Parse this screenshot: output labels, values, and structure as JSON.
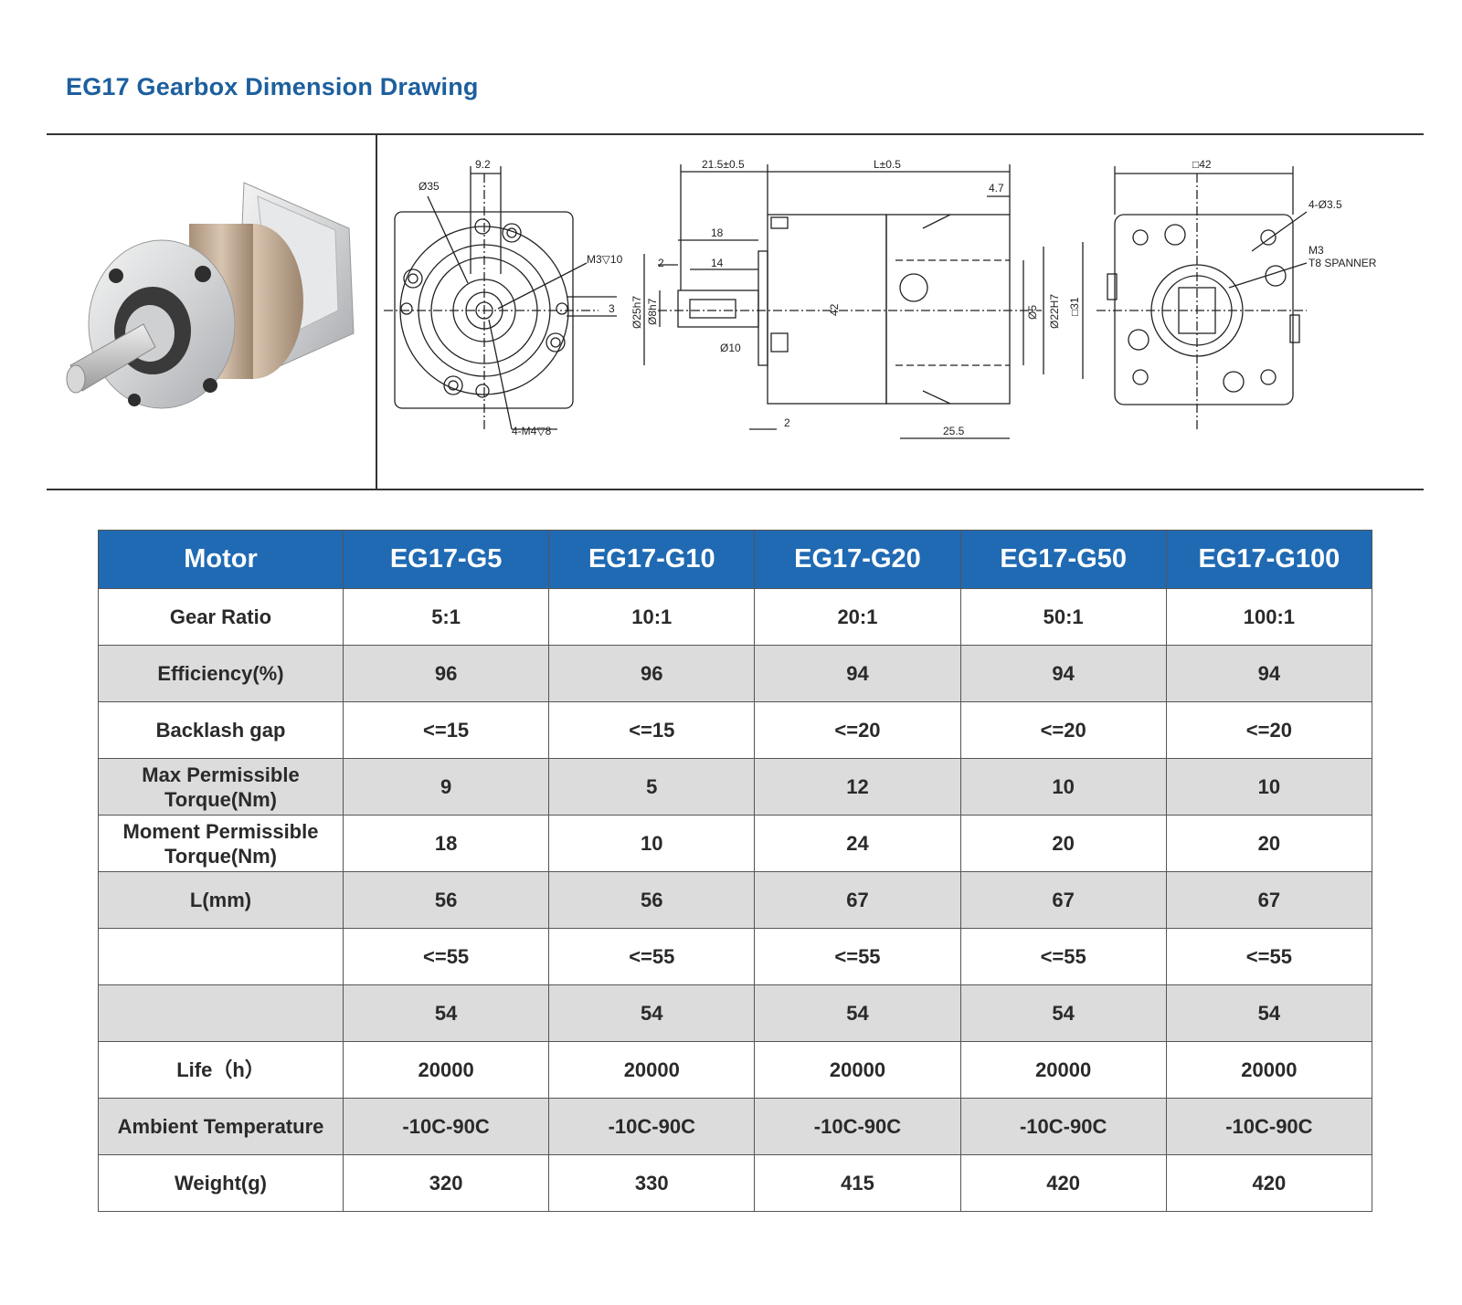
{
  "page": {
    "title": "EG17 Gearbox Dimension Drawing"
  },
  "drawing": {
    "front_view": {
      "d35": "Ø35",
      "w9_2": "9.2",
      "m3": "M3▽10",
      "dim3": "3",
      "holes": "4-M4▽8"
    },
    "side_view": {
      "d21_5": "21.5±0.5",
      "l": "L±0.5",
      "d4_7": "4.7",
      "d18": "18",
      "d2a": "2",
      "d14": "14",
      "d25": "Ø25h7",
      "d8": "Ø8h7",
      "d10": "Ø10",
      "d42": "42",
      "d5": "Ø5",
      "d22": "Ø22H7",
      "d2b": "2",
      "d25_5": "25.5"
    },
    "rear_view": {
      "sq42": "□42",
      "holes": "4-Ø3.5",
      "m3": "M3",
      "spanner": "T8 SPANNER",
      "sq31": "□31"
    }
  },
  "table": {
    "headers": [
      "Motor",
      "EG17-G5",
      "EG17-G10",
      "EG17-G20",
      "EG17-G50",
      "EG17-G100"
    ],
    "rows": [
      [
        "Gear Ratio",
        "5:1",
        "10:1",
        "20:1",
        "50:1",
        "100:1"
      ],
      [
        "Efficiency(%)",
        "96",
        "96",
        "94",
        "94",
        "94"
      ],
      [
        "Backlash gap",
        "<=15",
        "<=15",
        "<=20",
        "<=20",
        "<=20"
      ],
      [
        "Max Permissible Torque(Nm)",
        "9",
        "5",
        "12",
        "10",
        "10"
      ],
      [
        "Moment Permissible Torque(Nm)",
        "18",
        "10",
        "24",
        "20",
        "20"
      ],
      [
        "L(mm)",
        "56",
        "56",
        "67",
        "67",
        "67"
      ],
      [
        "",
        "<=55",
        "<=55",
        "<=55",
        "<=55",
        "<=55"
      ],
      [
        "",
        "54",
        "54",
        "54",
        "54",
        "54"
      ],
      [
        "Life（h）",
        "20000",
        "20000",
        "20000",
        "20000",
        "20000"
      ],
      [
        "Ambient Temperature",
        "-10C-90C",
        "-10C-90C",
        "-10C-90C",
        "-10C-90C",
        "-10C-90C"
      ],
      [
        "Weight(g)",
        "320",
        "330",
        "415",
        "420",
        "420"
      ]
    ]
  }
}
